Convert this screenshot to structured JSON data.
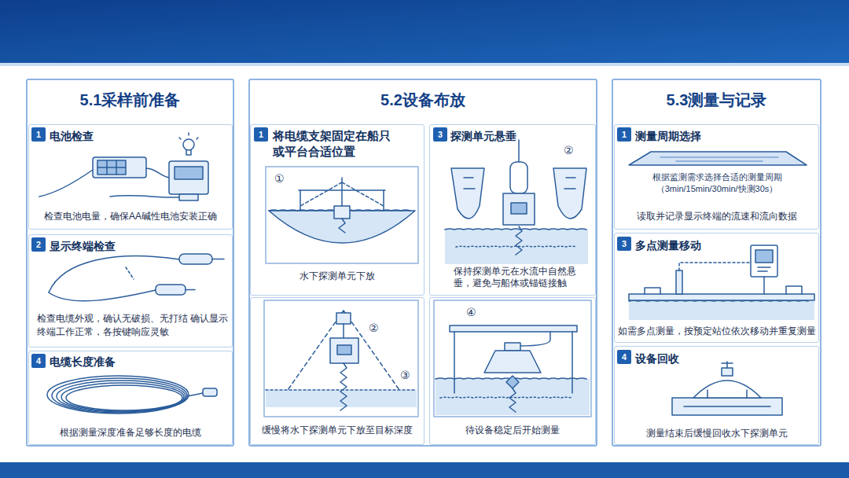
{
  "diagram": {
    "nodes": [
      {
        "text": [
          "5.1采样前准备"
        ]
      },
      {
        "text": [
          "电池检查",
          "检查电池电量，确保AA碱性电池安装正确"
        ],
        "in": 0
      },
      {
        "text": [
          "1"
        ],
        "in": 1
      },
      {
        "text": [
          "显示终端检查",
          "检查电缆外观，确认无破损、无打结 确认显示终端工作正常，各按键响应灵敏"
        ],
        "in": 0
      },
      {
        "text": [
          "2"
        ],
        "in": 3
      },
      {
        "text": [
          "电缆长度准备",
          "根据测量深度准备足够长度的电缆"
        ],
        "in": 0
      },
      {
        "text": [
          "4"
        ],
        "in": 5
      },
      {
        "text": [
          "5.2设备布放"
        ]
      },
      {
        "text": [
          "将电缆支架固定在船只或平台合适位置",
          "水下探测单元下放"
        ],
        "in": 7
      },
      {
        "text": [
          "1"
        ],
        "in": 8
      },
      {
        "text": [
          "探测单元悬垂",
          "保持探测单元在水流中自然悬垂，避免与船体或锚链接触"
        ],
        "in": 7
      },
      {
        "text": [
          "3"
        ],
        "in": 10
      },
      {
        "text": [
          "缓慢将水下探测单元下放至目标深度"
        ],
        "in": 7
      },
      {
        "text": [
          "待设备稳定后开始测量"
        ],
        "in": 7
      },
      {
        "text": [
          "5.3测量与记录"
        ]
      },
      {
        "text": [
          "测量周期选择",
          "根据监测需求选择合适的测量周期 （3min/15min/30min/快测30s）",
          "读取并记录显示终端的流速和流向数据"
        ],
        "in": 14
      },
      {
        "text": [
          "1"
        ],
        "in": 15
      },
      {
        "text": [
          "多点测量移动",
          "如需多点测量，按预定站位依次移动并重复测量"
        ],
        "in": 14
      },
      {
        "text": [
          "3"
        ],
        "in": 17
      },
      {
        "text": [
          "设备回收",
          "测量结束后缓慢回收水下探测单元"
        ],
        "in": 14
      },
      {
        "text": [
          "4"
        ],
        "in": 19
      }
    ],
    "labels": [
      "①",
      "②",
      "②",
      "③",
      "④"
    ]
  }
}
